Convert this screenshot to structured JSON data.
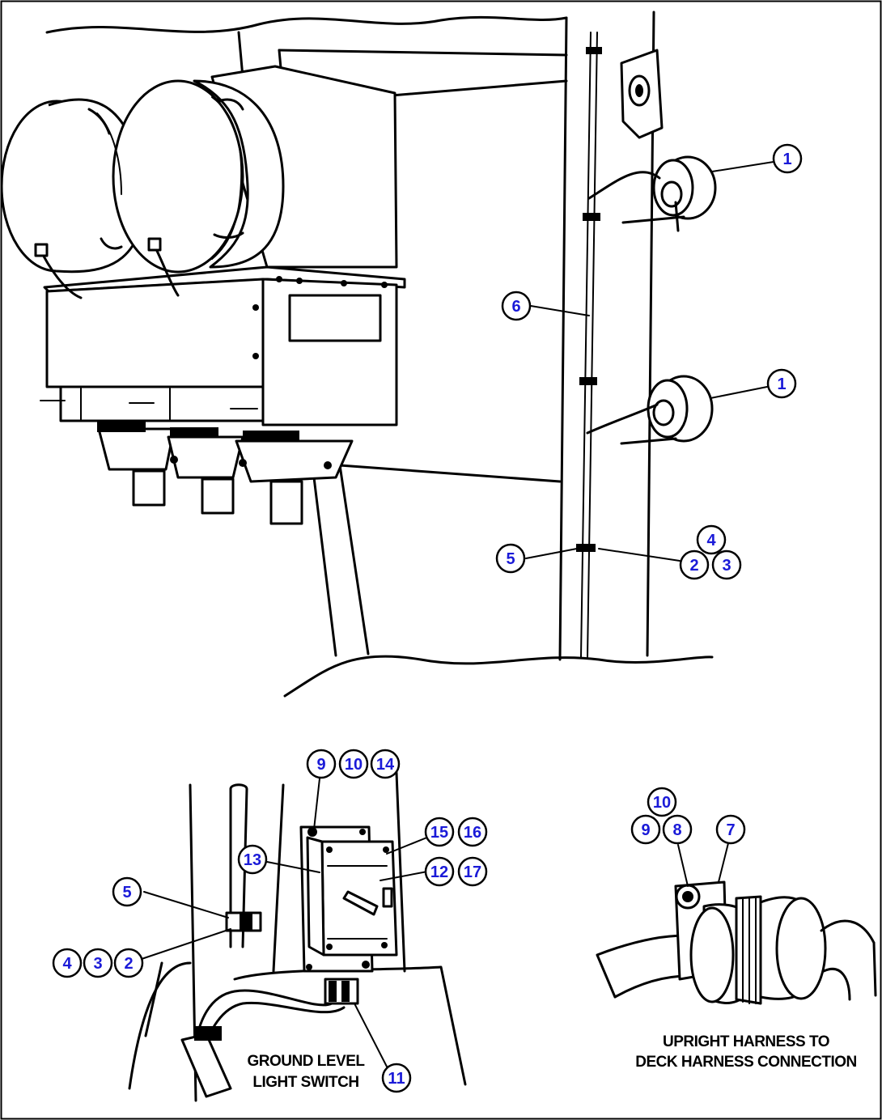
{
  "captions": {
    "ground_level_switch": [
      "GROUND LEVEL",
      "LIGHT SWITCH"
    ],
    "harness_connection": [
      "UPRIGHT HARNESS TO",
      "DECK HARNESS CONNECTION"
    ]
  },
  "callouts": {
    "main_1_upper": "1",
    "main_1_lower": "1",
    "main_6": "6",
    "main_5": "5",
    "main_4": "4",
    "main_2": "2",
    "main_3": "3",
    "switch_9": "9",
    "switch_10": "10",
    "switch_14": "14",
    "switch_13": "13",
    "switch_15": "15",
    "switch_16": "16",
    "switch_12": "12",
    "switch_17": "17",
    "switch_5": "5",
    "switch_4": "4",
    "switch_3": "3",
    "switch_2": "2",
    "switch_11": "11",
    "harness_10": "10",
    "harness_9": "9",
    "harness_8": "8",
    "harness_7": "7"
  }
}
